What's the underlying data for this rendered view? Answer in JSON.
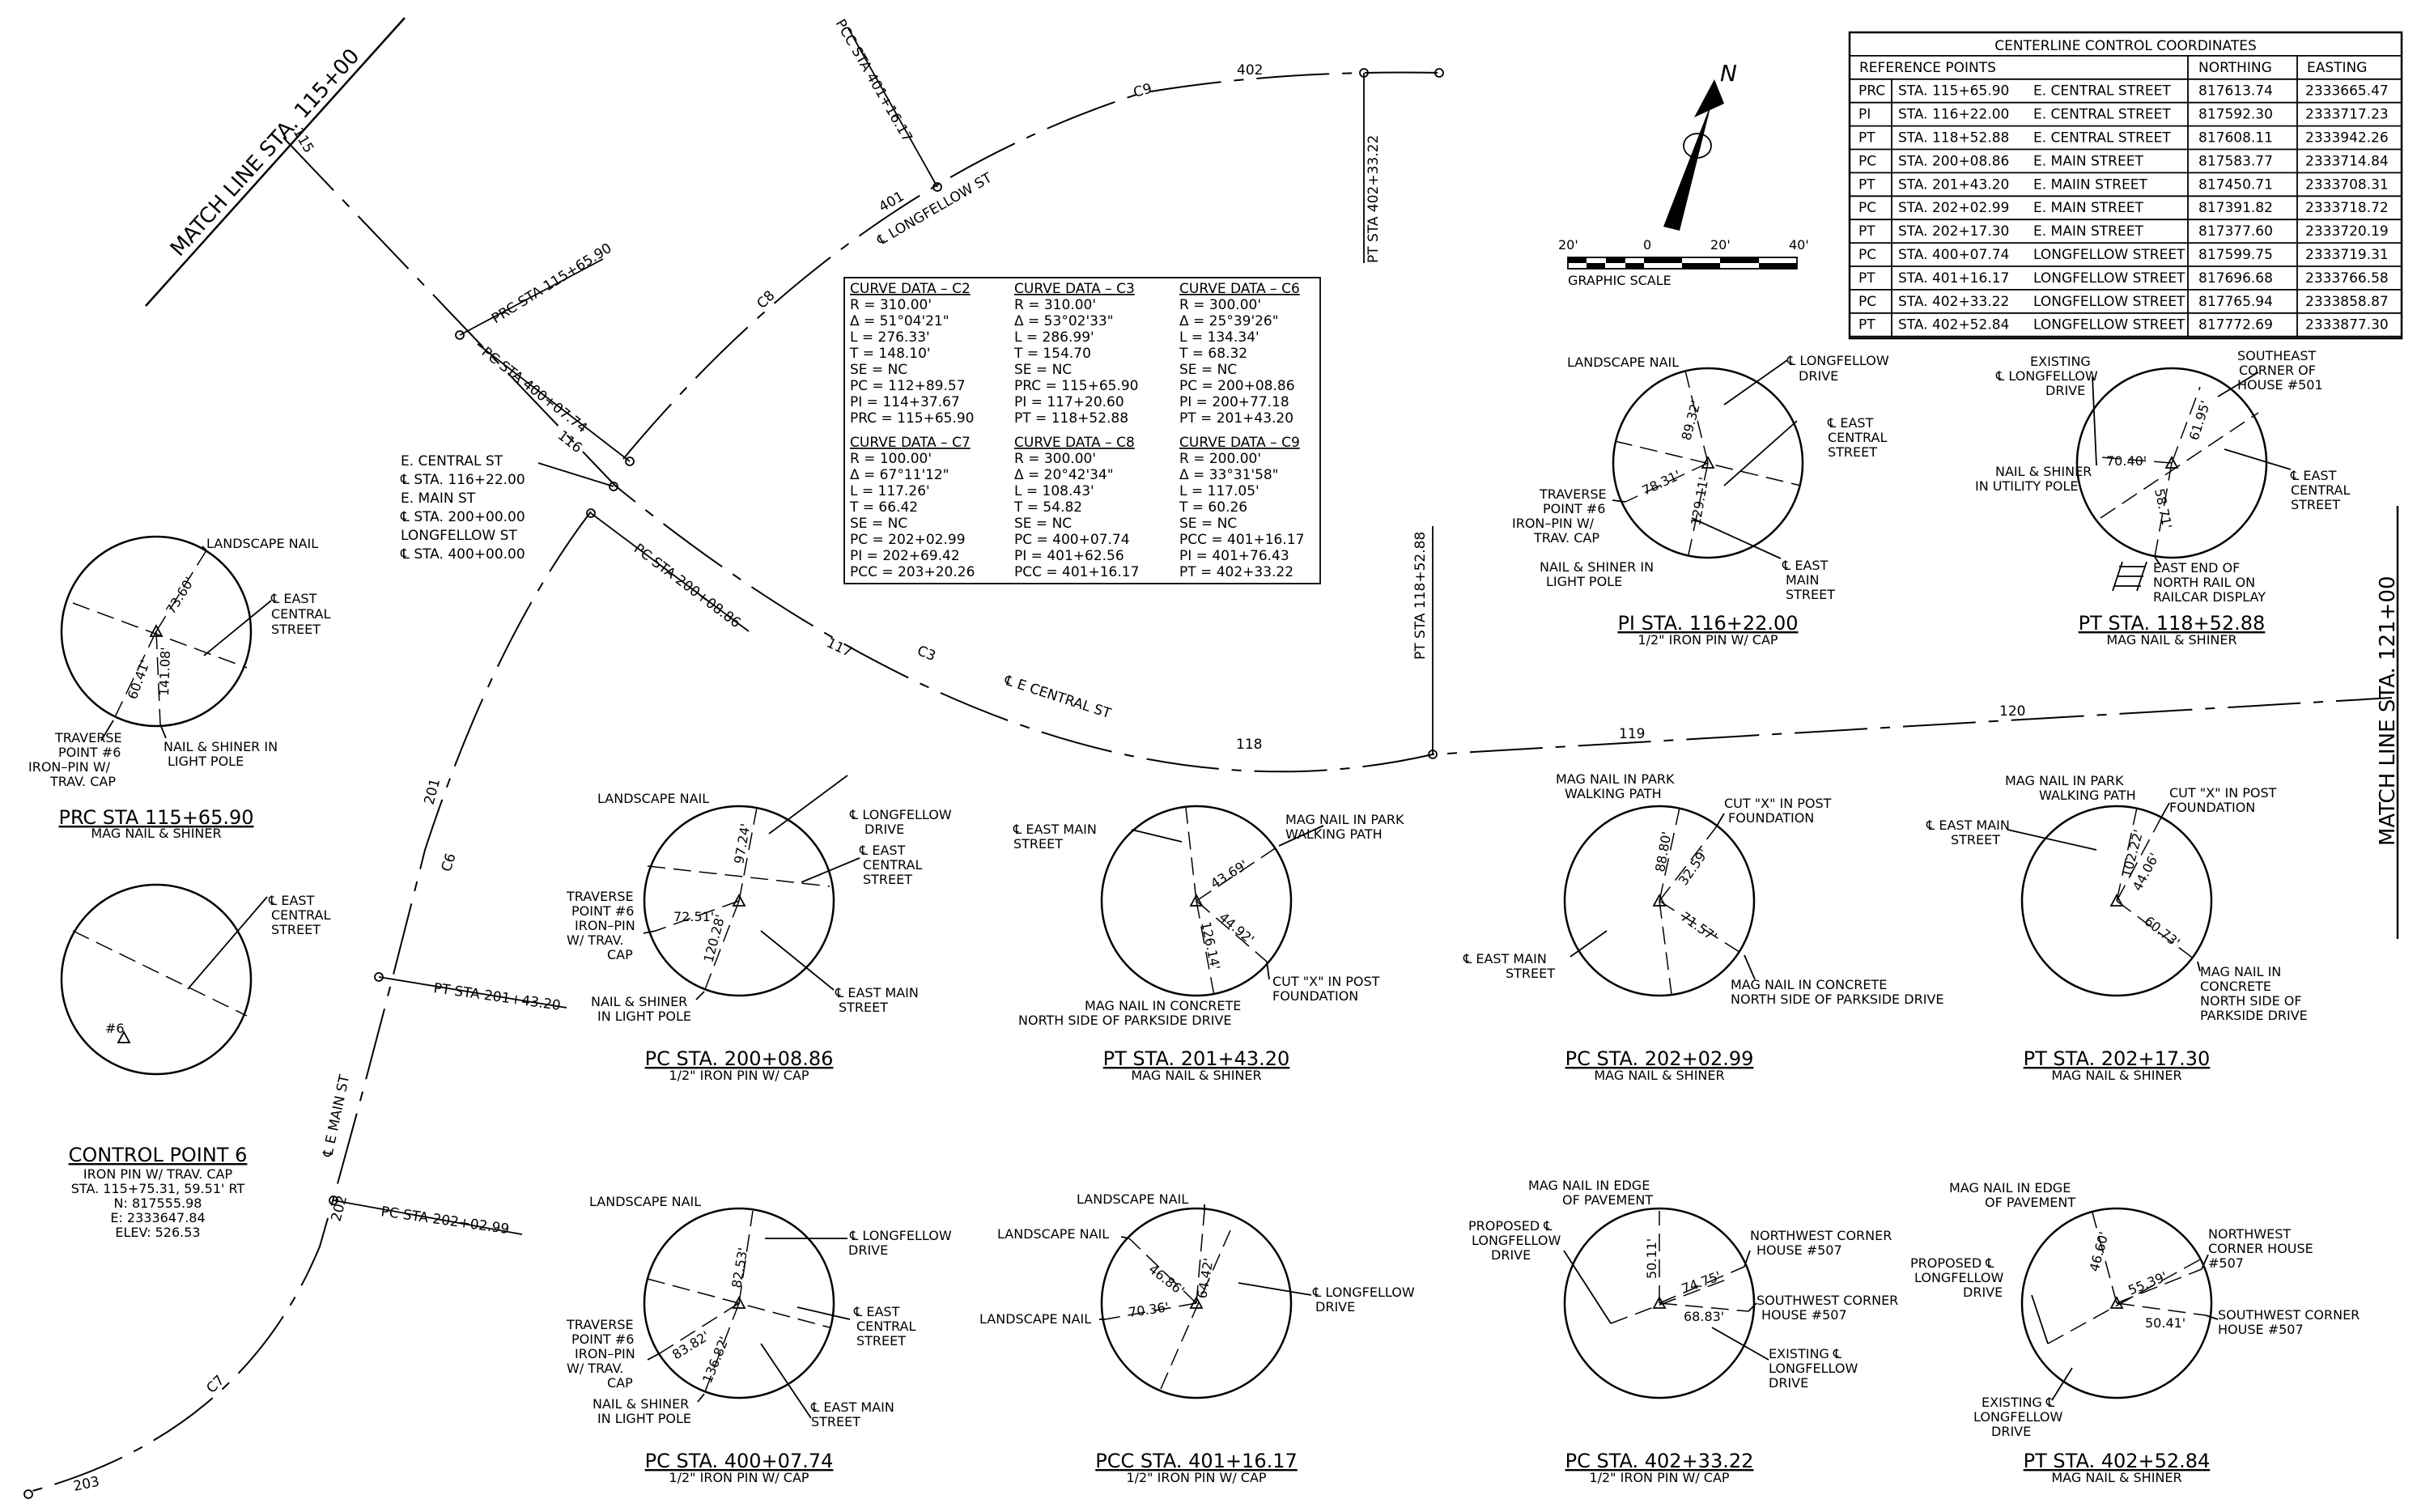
{
  "match_line_left": "MATCH LINE STA. 115+00",
  "match_line_right": "MATCH LINE STA. 121+00",
  "north_arrow": {
    "label": "N",
    "icon": "north-arrow-icon"
  },
  "graphic_scale": {
    "ticks": [
      "20'",
      "0",
      "20'",
      "40'"
    ],
    "caption": "GRAPHIC SCALE"
  },
  "coordinates_table": {
    "title": "CENTERLINE CONTROL COORDINATES",
    "headers": [
      "REFERENCE POINTS",
      "NORTHING",
      "EASTING"
    ],
    "rows": [
      {
        "type": "PRC",
        "sta": "STA. 115+65.90",
        "street": "E. CENTRAL STREET",
        "northing": "817613.74",
        "easting": "2333665.47"
      },
      {
        "type": "PI",
        "sta": "STA. 116+22.00",
        "street": "E. CENTRAL STREET",
        "northing": "817592.30",
        "easting": "2333717.23"
      },
      {
        "type": "PT",
        "sta": "STA. 118+52.88",
        "street": "E. CENTRAL STREET",
        "northing": "817608.11",
        "easting": "2333942.26"
      },
      {
        "type": "PC",
        "sta": "STA. 200+08.86",
        "street": "E. MAIN STREET",
        "northing": "817583.77",
        "easting": "2333714.84"
      },
      {
        "type": "PT",
        "sta": "STA. 201+43.20",
        "street": "E. MAIIN STREET",
        "northing": "817450.71",
        "easting": "2333708.31"
      },
      {
        "type": "PC",
        "sta": "STA. 202+02.99",
        "street": "E. MAIN STREET",
        "northing": "817391.82",
        "easting": "2333718.72"
      },
      {
        "type": "PT",
        "sta": "STA. 202+17.30",
        "street": "E. MAIN STREET",
        "northing": "817377.60",
        "easting": "2333720.19"
      },
      {
        "type": "PC",
        "sta": "STA. 400+07.74",
        "street": "LONGFELLOW STREET",
        "northing": "817599.75",
        "easting": "2333719.31"
      },
      {
        "type": "PT",
        "sta": "STA. 401+16.17",
        "street": "LONGFELLOW STREET",
        "northing": "817696.68",
        "easting": "2333766.58"
      },
      {
        "type": "PC",
        "sta": "STA. 402+33.22",
        "street": "LONGFELLOW STREET",
        "northing": "817765.94",
        "easting": "2333858.87"
      },
      {
        "type": "PT",
        "sta": "STA. 402+52.84",
        "street": "LONGFELLOW STREET",
        "northing": "817772.69",
        "easting": "2333877.30"
      }
    ]
  },
  "curve_data": [
    {
      "title": "CURVE DATA – C2",
      "lines": [
        "R = 310.00'",
        "Δ = 51°04'21\"",
        "L = 276.33'",
        "T = 148.10'",
        "SE = NC",
        "PC = 112+89.57",
        "PI = 114+37.67",
        "PRC = 115+65.90"
      ]
    },
    {
      "title": "CURVE DATA – C3",
      "lines": [
        "R = 310.00'",
        "Δ = 53°02'33\"",
        "L = 286.99'",
        "T = 154.70",
        "SE = NC",
        "PRC = 115+65.90",
        "PI = 117+20.60",
        "PT = 118+52.88"
      ]
    },
    {
      "title": "CURVE DATA – C6",
      "lines": [
        "R = 300.00'",
        "Δ = 25°39'26\"",
        "L = 134.34'",
        "T = 68.32",
        "SE = NC",
        "PC = 200+08.86",
        "PI = 200+77.18",
        "PT = 201+43.20"
      ]
    },
    {
      "title": "CURVE DATA – C7",
      "lines": [
        "R = 100.00'",
        "Δ = 67°11'12\"",
        "L = 117.26'",
        "T = 66.42",
        "SE = NC",
        "PC = 202+02.99",
        "PI = 202+69.42",
        "PCC = 203+20.26"
      ]
    },
    {
      "title": "CURVE DATA – C8",
      "lines": [
        "R = 300.00'",
        "Δ = 20°42'34\"",
        "L = 108.43'",
        "T = 54.82",
        "SE = NC",
        "PC = 400+07.74",
        "PI = 401+62.56",
        "PCC = 401+16.17"
      ]
    },
    {
      "title": "CURVE DATA – C9",
      "lines": [
        "R = 200.00'",
        "Δ = 33°31'58\"",
        "L = 117.05'",
        "T = 60.26",
        "SE = NC",
        "PCC = 401+16.17",
        "PI = 401+76.43",
        "PT = 402+33.22"
      ]
    }
  ],
  "plan_labels": {
    "prc_sta": "PRC STA 115+65.90",
    "pc_sta_400": "PC STA 400+07.74",
    "pc_sta_200": "PC STA 200+08.86",
    "pt_sta_201": "PT STA 201+43.20",
    "pc_sta_202": "PC STA 202+02.99",
    "pt_sta_118": "PT STA 118+52.88",
    "pcc_sta_401": "PCC STA 401+16.17",
    "pt_sta_402": "PT STA 402+33.22",
    "longfellow_st": "℄ LONGFELLOW ST",
    "central_st": "℄ E CENTRAL ST",
    "main_st": "℄ E MAIN ST",
    "intersection": [
      "E. CENTRAL ST",
      "℄ STA. 116+22.00",
      "E. MAIN ST",
      "℄ STA. 200+00.00",
      "LONGFELLOW ST",
      "℄ STA. 400+00.00"
    ],
    "stations": [
      "115",
      "116",
      "117",
      "118",
      "119",
      "120",
      "401",
      "402",
      "201",
      "202",
      "203"
    ],
    "curves": [
      "C3",
      "C6",
      "C7",
      "C8",
      "C9"
    ]
  },
  "ties": [
    {
      "title": "PRC STA 115+65.90",
      "subtitle": "MAG NAIL & SHINER",
      "labels": [
        "LANDSCAPE NAIL",
        "℄ EAST",
        "CENTRAL",
        "STREET",
        "TRAVERSE",
        "POINT #6",
        "IRON–PIN W/",
        "TRAV. CAP",
        "NAIL & SHINER IN",
        "LIGHT POLE"
      ],
      "dims": [
        "73.60'",
        "60.41'",
        "141.08'"
      ]
    },
    {
      "title": "PI STA. 116+22.00",
      "subtitle": "1/2\" IRON PIN W/ CAP",
      "labels": [
        "LANDSCAPE NAIL",
        "℄ LONGFELLOW",
        "DRIVE",
        "℄ EAST",
        "CENTRAL",
        "STREET",
        "TRAVERSE",
        "POINT #6",
        "IRON–PIN W/",
        "TRAV. CAP",
        "NAIL & SHINER IN",
        "LIGHT POLE",
        "℄ EAST",
        "MAIN",
        "STREET"
      ],
      "dims": [
        "89.32'",
        "78.31'",
        "129.11'"
      ]
    },
    {
      "title": "PT STA. 118+52.88",
      "subtitle": "MAG NAIL & SHINER",
      "labels": [
        "EXISTING",
        "℄ LONGFELLOW",
        "DRIVE",
        "SOUTHEAST",
        "CORNER OF",
        "HOUSE #501",
        "NAIL & SHINER",
        "IN UTILITY POLE",
        "℄ EAST",
        "CENTRAL",
        "STREET",
        "EAST END OF",
        "NORTH RAIL ON",
        "RAILCAR DISPLAY"
      ],
      "dims": [
        "70.40'",
        "61.95'",
        "58.71'"
      ]
    },
    {
      "title": "PC STA. 200+08.86",
      "subtitle": "1/2\" IRON PIN W/ CAP",
      "labels": [
        "LANDSCAPE NAIL",
        "℄ LONGFELLOW",
        "DRIVE",
        "℄ EAST",
        "CENTRAL",
        "STREET",
        "TRAVERSE",
        "POINT #6",
        "IRON–PIN",
        "W/ TRAV.",
        "CAP",
        "NAIL & SHINER",
        "IN LIGHT POLE",
        "℄ EAST MAIN",
        "STREET"
      ],
      "dims": [
        "97.24'",
        "72.51'",
        "120.28'"
      ]
    },
    {
      "title": "PT STA. 201+43.20",
      "subtitle": "MAG NAIL & SHINER",
      "labels": [
        "℄ EAST MAIN",
        "STREET",
        "MAG NAIL IN PARK",
        "WALKING PATH",
        "CUT \"X\" IN POST",
        "FOUNDATION",
        "MAG NAIL IN CONCRETE",
        "NORTH SIDE OF PARKSIDE DRIVE"
      ],
      "dims": [
        "43.69'",
        "44.92'",
        "126.14'"
      ]
    },
    {
      "title": "PC STA. 202+02.99",
      "subtitle": "MAG NAIL & SHINER",
      "labels": [
        "MAG NAIL IN PARK",
        "WALKING PATH",
        "CUT \"X\" IN POST",
        "FOUNDATION",
        "℄ EAST MAIN",
        "STREET",
        "MAG NAIL IN CONCRETE",
        "NORTH SIDE OF PARKSIDE DRIVE"
      ],
      "dims": [
        "88.80'",
        "32.59'",
        "71.57'"
      ]
    },
    {
      "title": "PT STA. 202+17.30",
      "subtitle": "MAG NAIL & SHINER",
      "labels": [
        "MAG NAIL IN PARK",
        "WALKING PATH",
        "CUT \"X\" IN POST",
        "FOUNDATION",
        "℄ EAST MAIN",
        "STREET",
        "MAG NAIL IN",
        "CONCRETE",
        "NORTH SIDE OF",
        "PARKSIDE DRIVE"
      ],
      "dims": [
        "102.22'",
        "44.06'",
        "60.73'"
      ]
    },
    {
      "title": "PC STA. 400+07.74",
      "subtitle": "1/2\" IRON PIN W/ CAP",
      "labels": [
        "LANDSCAPE NAIL",
        "℄ LONGFELLOW",
        "DRIVE",
        "℄ EAST",
        "CENTRAL",
        "STREET",
        "TRAVERSE",
        "POINT #6",
        "IRON–PIN",
        "W/ TRAV.",
        "CAP",
        "NAIL & SHINER",
        "IN LIGHT POLE",
        "℄ EAST MAIN",
        "STREET"
      ],
      "dims": [
        "82.53'",
        "83.82'",
        "136.82'"
      ]
    },
    {
      "title": "PCC STA. 401+16.17",
      "subtitle": "1/2\" IRON PIN W/ CAP",
      "labels": [
        "LANDSCAPE NAIL",
        "LANDSCAPE NAIL",
        "LANDSCAPE NAIL",
        "℄ LONGFELLOW",
        "DRIVE"
      ],
      "dims": [
        "46.86'",
        "64.42'",
        "70.36'"
      ]
    },
    {
      "title": "PC STA. 402+33.22",
      "subtitle": "1/2\" IRON PIN W/ CAP",
      "labels": [
        "MAG NAIL IN EDGE",
        "OF PAVEMENT",
        "PROPOSED ℄",
        "LONGFELLOW",
        "DRIVE",
        "NORTHWEST CORNER",
        "HOUSE #507",
        "SOUTHWEST CORNER",
        "HOUSE #507",
        "EXISTING ℄",
        "LONGFELLOW",
        "DRIVE"
      ],
      "dims": [
        "50.11'",
        "74.75'",
        "68.83'"
      ]
    },
    {
      "title": "PT STA. 402+52.84",
      "subtitle": "MAG NAIL & SHINER",
      "labels": [
        "MAG NAIL IN EDGE",
        "OF PAVEMENT",
        "PROPOSED ℄",
        "LONGFELLOW",
        "DRIVE",
        "NORTHWEST",
        "CORNER HOUSE",
        "#507",
        "SOUTHWEST CORNER",
        "HOUSE #507",
        "EXISTING ℄",
        "LONGFELLOW",
        "DRIVE"
      ],
      "dims": [
        "46.60'",
        "55.39'",
        "50.41'"
      ]
    }
  ],
  "ref_circle": {
    "labels": [
      "℄ EAST",
      "CENTRAL",
      "STREET",
      "#6"
    ]
  },
  "control_point": {
    "title": "CONTROL POINT 6",
    "lines": [
      "IRON PIN W/ TRAV. CAP",
      "STA. 115+75.31, 59.51' RT",
      "N: 817555.98",
      "E: 2333647.84",
      "ELEV: 526.53"
    ]
  }
}
